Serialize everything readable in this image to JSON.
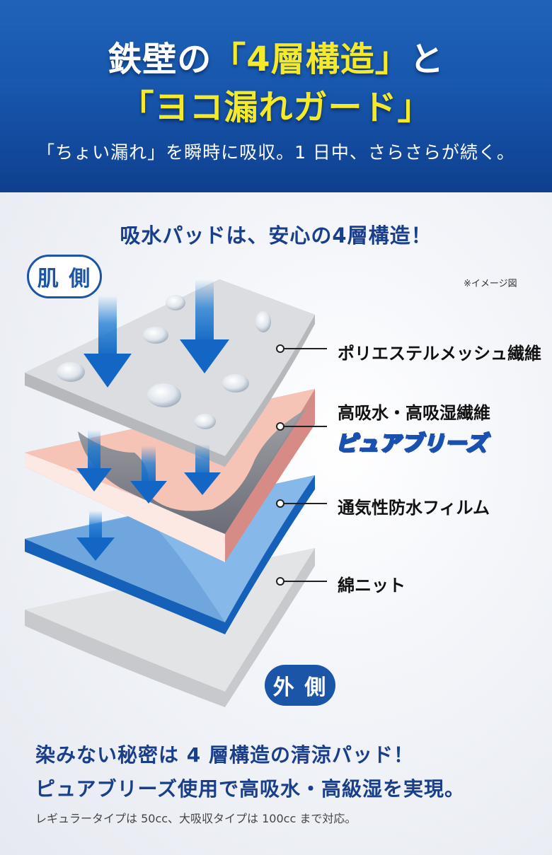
{
  "hero": {
    "line1_a": "鉄壁の",
    "line1_b": "「4層構造」",
    "line1_c": "と",
    "line2": "「ヨコ漏れガード」",
    "subtitle": "「ちょい漏れ」を瞬時に吸収。1 日中、さらさらが続く。"
  },
  "section": {
    "title": "吸水パッドは、安心の4層構造！",
    "note": "※イメージ図",
    "skin_badge": "肌 側",
    "outer_badge": "外 側"
  },
  "layers": {
    "layer1": "ポリエステルメッシュ繊維",
    "layer2": "高吸水・高吸湿繊維",
    "layer2_brand": "ピュアブリーズ",
    "layer3": "通気性防水フィルム",
    "layer4": "綿ニット"
  },
  "bottom": {
    "heading1": "染みない秘密は 4 層構造の清涼パッド！",
    "heading2": "ピュアブリーズ使用で高吸水・高級湿を実現。",
    "small": "レギュラータイプは 50cc、大吸収タイプは 100cc まで対応。"
  },
  "colors": {
    "hero_blue": "#1757ad",
    "accent_yellow": "#f5ea2a",
    "title_navy": "#1a3f8a",
    "layer_gray": "#d9dadd",
    "layer_pink": "#f2b6a8",
    "layer_blue": "#6fa6dd",
    "arrow_blue": "#1677d2"
  }
}
